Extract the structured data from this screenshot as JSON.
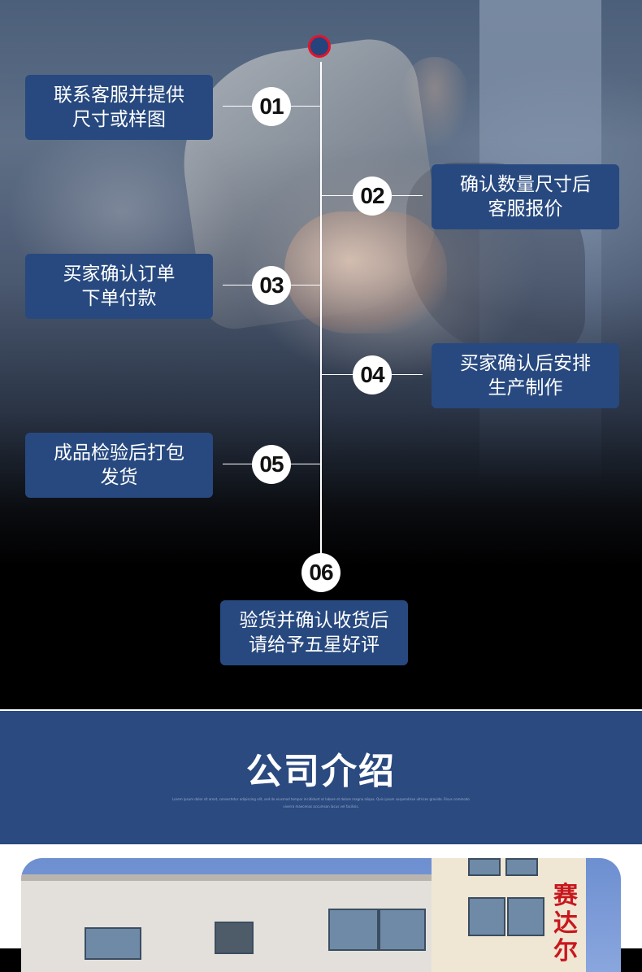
{
  "timeline": {
    "steps": [
      {
        "number": "01",
        "line1": "联系客服并提供",
        "line2": "尺寸或样图"
      },
      {
        "number": "02",
        "line1": "确认数量尺寸后",
        "line2": "客服报价"
      },
      {
        "number": "03",
        "line1": "买家确认订单",
        "line2": "下单付款"
      },
      {
        "number": "04",
        "line1": "买家确认后安排",
        "line2": "生产制作"
      },
      {
        "number": "05",
        "line1": "成品检验后打包",
        "line2": "发货"
      },
      {
        "number": "06",
        "line1": "验货并确认收货后",
        "line2": "请给予五星好评"
      }
    ],
    "accent_color": "#e4132a",
    "box_color": "#27497f"
  },
  "company": {
    "title": "公司介绍",
    "subtitle": "Lorem ipsum dolor sit amet, consectetur adipiscing elit, sed do eiusmod tempor incididunt ut labore et dolore magna aliqua. Quis ipsum suspendisse ultrices gravida. Risus commodo viverra maecenas accumsan lacus vel facilisis.",
    "band_color": "#2a4a80"
  },
  "photo": {
    "sign_text": "赛达尔"
  }
}
